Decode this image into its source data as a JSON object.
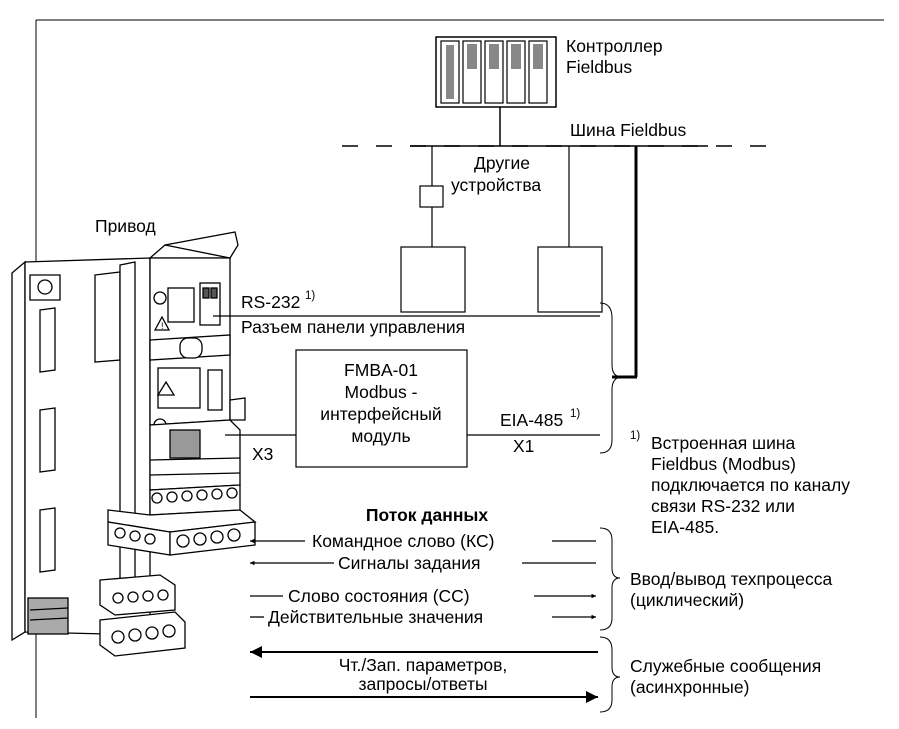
{
  "controller": {
    "line1": "Контроллер",
    "line2": "Fieldbus"
  },
  "bus": {
    "label": "Шина Fieldbus"
  },
  "other_devices": {
    "line1": "Другие",
    "line2": "устройства"
  },
  "drive": {
    "label": "Привод"
  },
  "rs232": {
    "label": "RS-232",
    "footnote_mark": "1)"
  },
  "panel_connector": {
    "label": "Разъем панели управления"
  },
  "module": {
    "line1": "FMBA-01",
    "line2": "Modbus -",
    "line3": "интерфейсный",
    "line4": "модуль"
  },
  "x3": {
    "label": "X3"
  },
  "eia485": {
    "label": "EIA-485",
    "footnote_mark": "1)"
  },
  "x1": {
    "label": "X1"
  },
  "footnote": {
    "mark": "1)",
    "line1": "Встроенная шина",
    "line2": "Fieldbus (Modbus)",
    "line3": "подключается по каналу",
    "line4": "связи RS-232 или",
    "line5": "EIA-485."
  },
  "data_flow": {
    "title": "Поток данных",
    "control_word": "Командное слово (КС)",
    "references": "Сигналы задания",
    "status_word": "Слово состояния (СС)",
    "actual_values": "Действительные значения",
    "params_line1": "Чт./Зап. параметров,",
    "params_line2": "запросы/ответы"
  },
  "process_io": {
    "line1": "Ввод/вывод техпроцесса",
    "line2": "(циклический)"
  },
  "service_msgs": {
    "line1": "Служебные сообщения",
    "line2": "(асинхронные)"
  }
}
